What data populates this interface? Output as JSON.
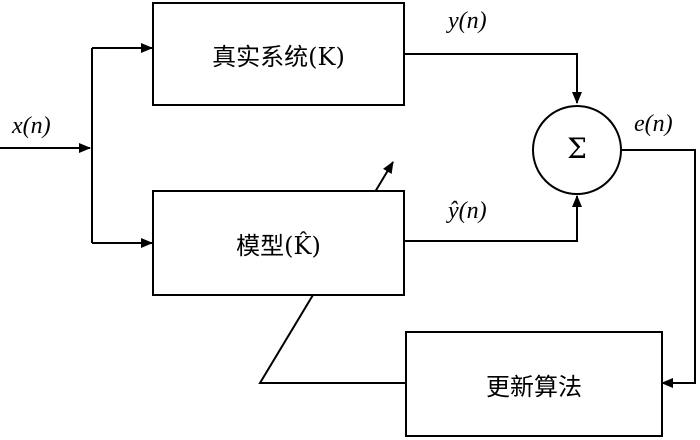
{
  "blocks": {
    "real_system": "真实系统(K)",
    "model": "模型(K̂)",
    "update_algorithm": "更新算法"
  },
  "signals": {
    "input": "x(n)",
    "real_output": "y(n)",
    "model_output": "ŷ(n)",
    "error": "e(n)"
  },
  "summing_junction": "Σ"
}
